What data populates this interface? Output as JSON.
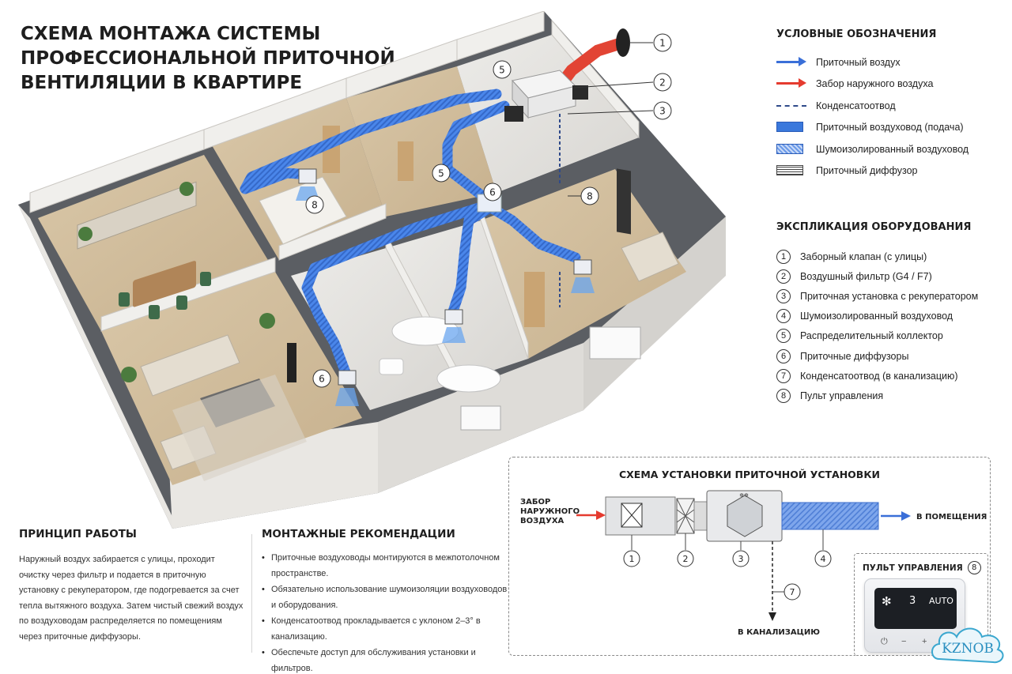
{
  "title": {
    "line1": "СХЕМА МОНТАЖА СИСТЕМЫ",
    "line2": "ПРОФЕССИОНАЛЬНОЙ ПРИТОЧНОЙ",
    "line3": "ВЕНТИЛЯЦИИ В КВАРТИРЕ"
  },
  "legend": {
    "heading": "УСЛОВНЫЕ ОБОЗНАЧЕНИЯ",
    "items": [
      {
        "symbol": "arrow-blue",
        "label": "Приточный воздух"
      },
      {
        "symbol": "arrow-red",
        "label": "Забор наружного воздуха"
      },
      {
        "symbol": "dashed-line",
        "label": "Конденсатоотвод"
      },
      {
        "symbol": "blue-rect",
        "label": "Приточный воздуховод (подача)"
      },
      {
        "symbol": "hatched-rect",
        "label": "Шумоизолированный воздуховод"
      },
      {
        "symbol": "diffuser",
        "label": "Приточный диффузор"
      }
    ]
  },
  "explication": {
    "heading": "ЭКСПЛИКАЦИЯ ОБОРУДОВАНИЯ",
    "items": [
      {
        "num": "1",
        "label": "Заборный клапан (с улицы)"
      },
      {
        "num": "2",
        "label": "Воздушный фильтр (G4 / F7)"
      },
      {
        "num": "3",
        "label": "Приточная установка с рекуператором"
      },
      {
        "num": "4",
        "label": "Шумоизолированный воздуховод"
      },
      {
        "num": "5",
        "label": "Распределительный коллектор"
      },
      {
        "num": "6",
        "label": "Приточные диффузоры"
      },
      {
        "num": "7",
        "label": "Конденсатоотвод (в канализацию)"
      },
      {
        "num": "8",
        "label": "Пульт управления"
      }
    ]
  },
  "callouts": {
    "c1": "1",
    "c2": "2",
    "c3": "3",
    "c5a": "5",
    "c5b": "5",
    "c6a": "6",
    "c6b": "6",
    "c8a": "8",
    "c8b": "8"
  },
  "principle": {
    "heading": "ПРИНЦИП РАБОТЫ",
    "text": "Наружный воздух забирается с улицы, проходит очистку через фильтр и подается в приточную установку с рекуператором, где подогревается за счет тепла вытяжного воздуха. Затем чистый свежий воздух по воздуховодам распределяется по помещениям через приточные диффузоры."
  },
  "recommendations": {
    "heading": "МОНТАЖНЫЕ РЕКОМЕНДАЦИИ",
    "items": [
      "Приточные воздуховоды монтируются в межпотолочном пространстве.",
      "Обязательно использование шумоизоляции воздуховодов и оборудования.",
      "Конденсатоотвод прокладывается с уклоном 2–3° в канализацию.",
      "Обеспечьте доступ для обслуживания установки и фильтров."
    ]
  },
  "scheme": {
    "title": "СХЕМА УСТАНОВКИ ПРИТОЧНОЙ УСТАНОВКИ",
    "intake_line1": "ЗАБОР",
    "intake_line2": "НАРУЖНОГО",
    "intake_line3": "ВОЗДУХА",
    "to_rooms": "В ПОМЕЩЕНИЯ",
    "to_sewer": "В КАНАЛИЗАЦИЮ",
    "n1": "1",
    "n2": "2",
    "n3": "3",
    "n4": "4",
    "n7": "7"
  },
  "panel": {
    "title": "ПУЛЬТ УПРАВЛЕНИЯ",
    "num": "8",
    "speed": "3",
    "mode": "AUTO"
  },
  "badge": {
    "text": "KZNOB"
  },
  "colors": {
    "supply_blue": "#3a6fd8",
    "intake_red": "#e53b2f",
    "duct_blue": "#3f7ee6"
  }
}
